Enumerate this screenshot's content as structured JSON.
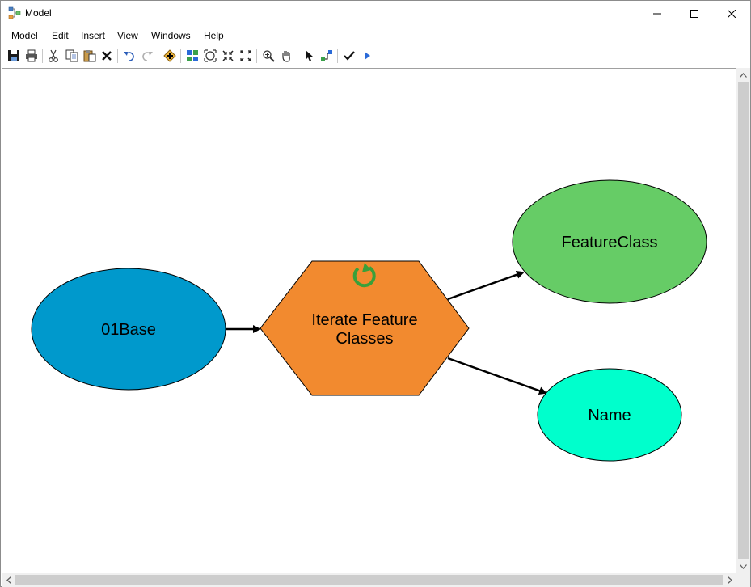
{
  "window": {
    "title": "Model"
  },
  "menu": {
    "items": [
      "Model",
      "Edit",
      "Insert",
      "View",
      "Windows",
      "Help"
    ]
  },
  "toolbar": {
    "icons": [
      "save-icon",
      "print-icon",
      "cut-icon",
      "copy-icon",
      "paste-icon",
      "delete-icon",
      "undo-icon",
      "redo-icon",
      "add-data-icon",
      "auto-layout-icon",
      "full-extent-icon",
      "zoom-in-fixed-icon",
      "zoom-out-fixed-icon",
      "zoom-icon",
      "pan-icon",
      "select-icon",
      "connect-icon",
      "validate-icon",
      "run-icon"
    ]
  },
  "diagram": {
    "nodes": {
      "base": {
        "label": "01Base",
        "color": "#0099cc"
      },
      "iterator": {
        "label_line1": "Iterate Feature",
        "label_line2": "Classes",
        "color": "#f28a2f",
        "icon": "iterate-icon"
      },
      "feature_class": {
        "label": "FeatureClass",
        "color": "#66cc66"
      },
      "name": {
        "label": "Name",
        "color": "#00ffcc"
      }
    }
  }
}
